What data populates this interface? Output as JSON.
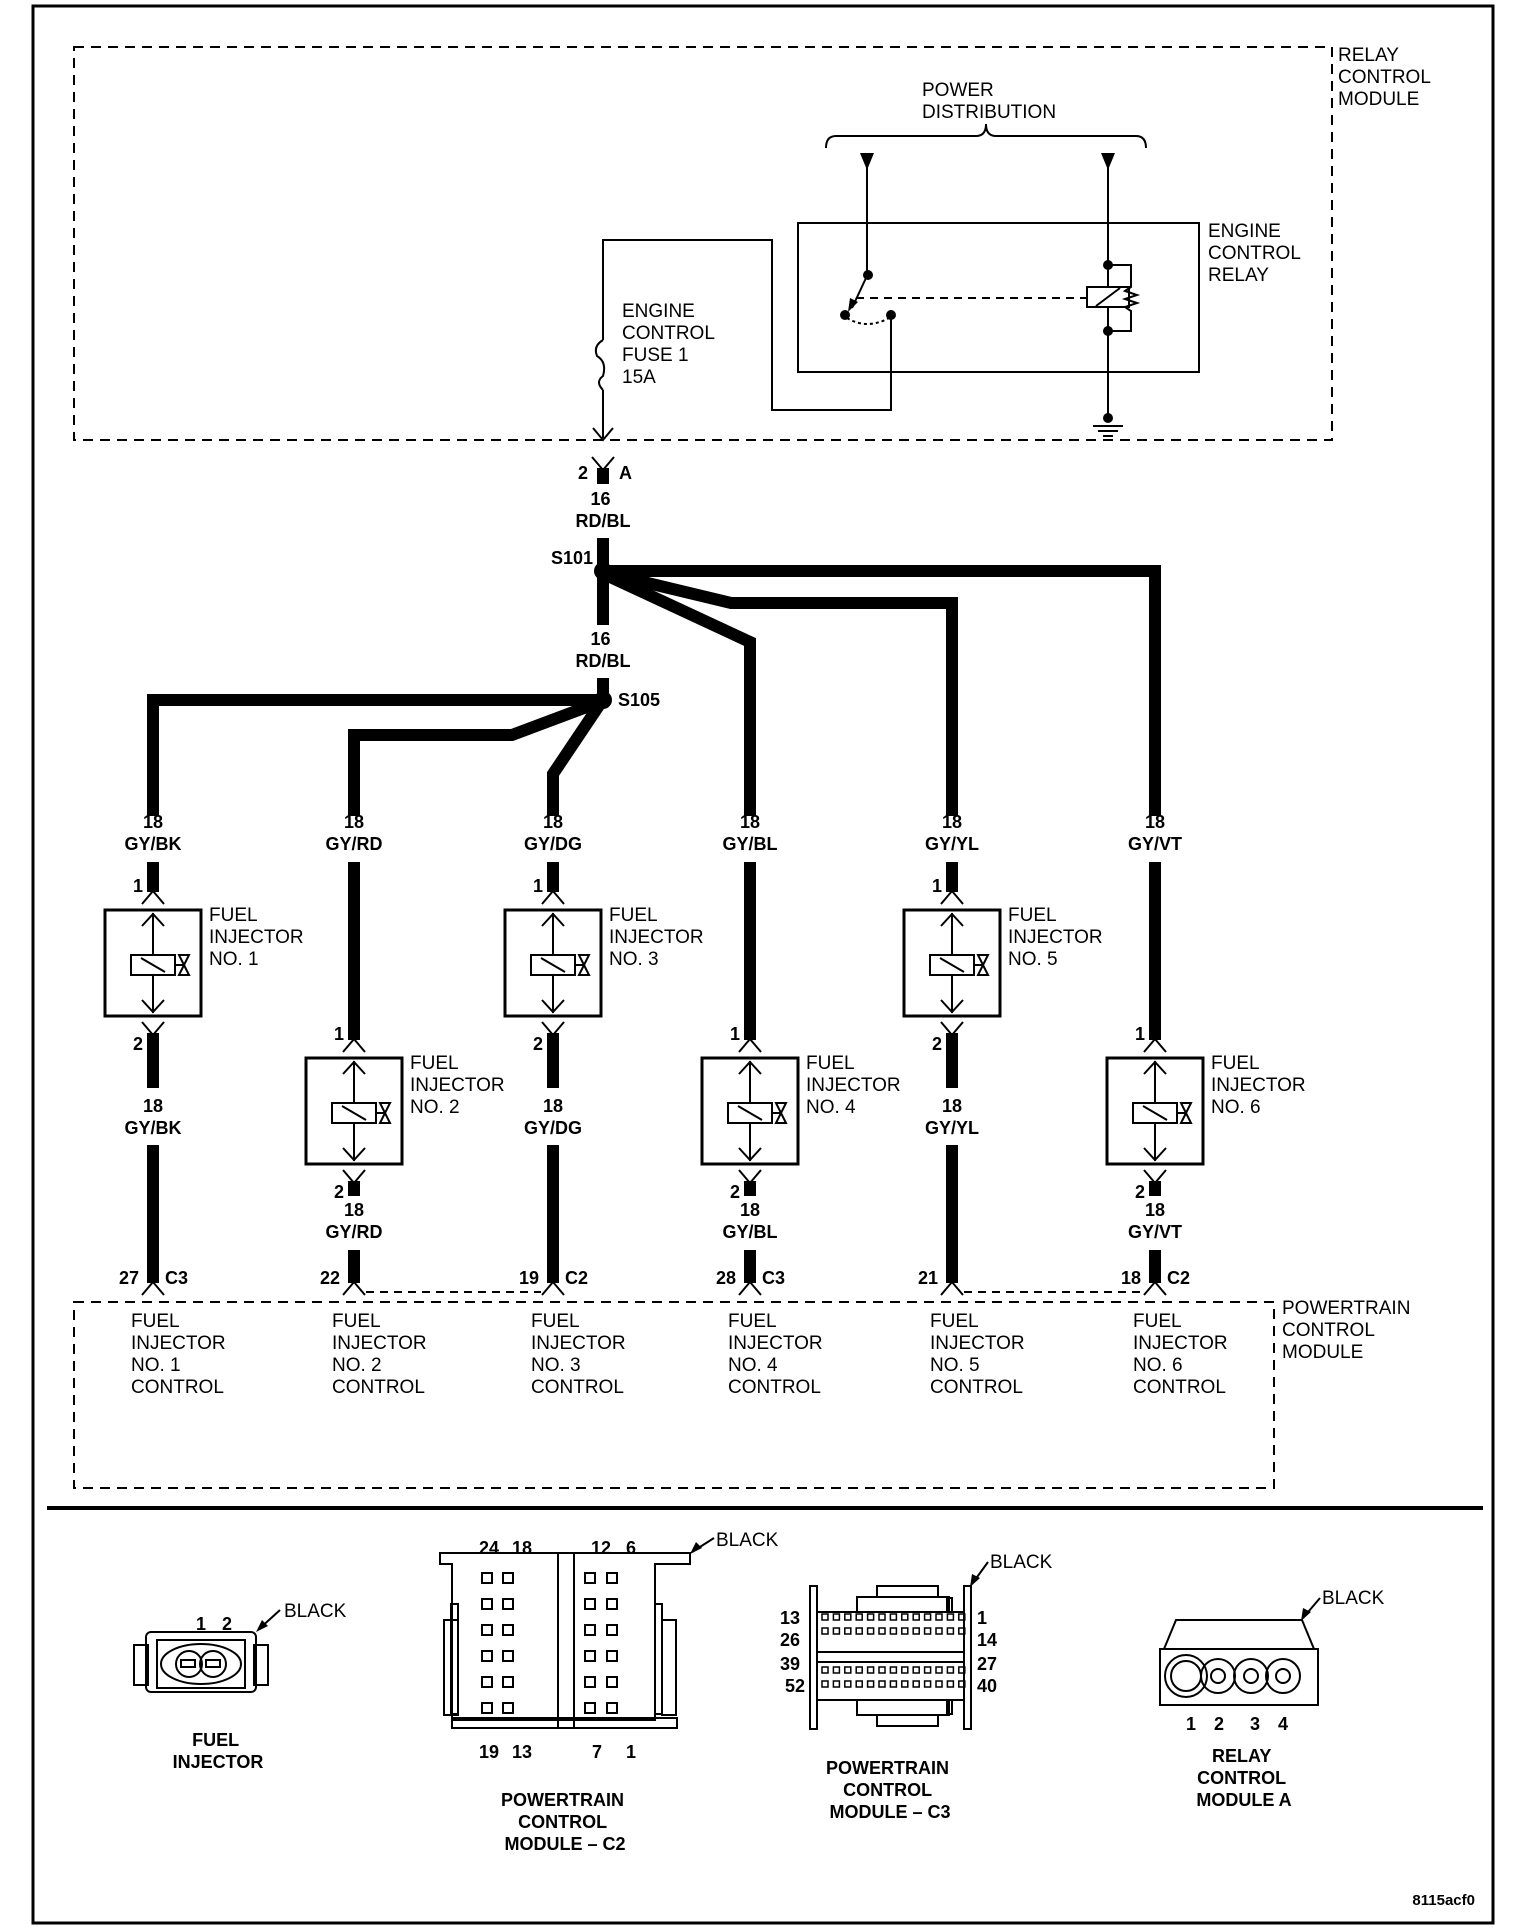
{
  "relay_control_module": {
    "label": [
      "RELAY",
      "CONTROL",
      "MODULE"
    ],
    "power_distribution": [
      "POWER",
      "DISTRIBUTION"
    ],
    "engine_control_relay": [
      "ENGINE",
      "CONTROL",
      "RELAY"
    ],
    "fuse": [
      "ENGINE",
      "CONTROL",
      "FUSE 1",
      "15A"
    ]
  },
  "main_connector": {
    "pin": "2",
    "connector": "A"
  },
  "feed_wire_1": {
    "gauge": "16",
    "color": "RD/BL"
  },
  "splice_1": "S101",
  "feed_wire_2": {
    "gauge": "16",
    "color": "RD/BL"
  },
  "splice_2": "S105",
  "injectors": [
    {
      "name": [
        "FUEL",
        "INJECTOR",
        "NO. 1"
      ],
      "gauge": "18",
      "color": "GY/BK",
      "pin_in": "1",
      "pin_out": "2",
      "pcm_pin": "27",
      "pcm_conn": "C3",
      "pcm_label": [
        "FUEL",
        "INJECTOR",
        "NO. 1",
        "CONTROL"
      ]
    },
    {
      "name": [
        "FUEL",
        "INJECTOR",
        "NO. 2"
      ],
      "gauge": "18",
      "color": "GY/RD",
      "pin_in": "1",
      "pin_out": "2",
      "pcm_pin": "22",
      "pcm_conn": "",
      "pcm_label": [
        "FUEL",
        "INJECTOR",
        "NO. 2",
        "CONTROL"
      ]
    },
    {
      "name": [
        "FUEL",
        "INJECTOR",
        "NO. 3"
      ],
      "gauge": "18",
      "color": "GY/DG",
      "pin_in": "1",
      "pin_out": "2",
      "pcm_pin": "19",
      "pcm_conn": "C2",
      "pcm_label": [
        "FUEL",
        "INJECTOR",
        "NO. 3",
        "CONTROL"
      ]
    },
    {
      "name": [
        "FUEL",
        "INJECTOR",
        "NO. 4"
      ],
      "gauge": "18",
      "color": "GY/BL",
      "pin_in": "1",
      "pin_out": "2",
      "pcm_pin": "28",
      "pcm_conn": "C3",
      "pcm_label": [
        "FUEL",
        "INJECTOR",
        "NO. 4",
        "CONTROL"
      ]
    },
    {
      "name": [
        "FUEL",
        "INJECTOR",
        "NO. 5"
      ],
      "gauge": "18",
      "color": "GY/YL",
      "pin_in": "1",
      "pin_out": "2",
      "pcm_pin": "21",
      "pcm_conn": "",
      "pcm_label": [
        "FUEL",
        "INJECTOR",
        "NO. 5",
        "CONTROL"
      ]
    },
    {
      "name": [
        "FUEL",
        "INJECTOR",
        "NO. 6"
      ],
      "gauge": "18",
      "color": "GY/VT",
      "pin_in": "1",
      "pin_out": "2",
      "pcm_pin": "18",
      "pcm_conn": "C2",
      "pcm_label": [
        "FUEL",
        "INJECTOR",
        "NO. 6",
        "CONTROL"
      ]
    }
  ],
  "pcm": {
    "label": [
      "POWERTRAIN",
      "CONTROL",
      "MODULE"
    ]
  },
  "connector_views": {
    "fuel_injector": {
      "pins": [
        "1",
        "2"
      ],
      "color": "BLACK",
      "title": [
        "FUEL",
        "INJECTOR"
      ]
    },
    "pcm_c2": {
      "top_pins": [
        "24",
        "18",
        "12",
        "6"
      ],
      "bottom_pins": [
        "19",
        "13",
        "7",
        "1"
      ],
      "color": "BLACK",
      "title": [
        "POWERTRAIN",
        "CONTROL",
        "MODULE – C2"
      ]
    },
    "pcm_c3": {
      "left_pins": [
        "13",
        "26",
        "39",
        "52"
      ],
      "right_pins": [
        "1",
        "14",
        "27",
        "40"
      ],
      "color": "BLACK",
      "title": [
        "POWERTRAIN",
        "CONTROL",
        "MODULE – C3"
      ]
    },
    "relay_module_a": {
      "pins": [
        "1",
        "2",
        "3",
        "4"
      ],
      "color": "BLACK",
      "title": [
        "RELAY",
        "CONTROL",
        "MODULE A"
      ]
    }
  },
  "figure_id": "8115acf0"
}
